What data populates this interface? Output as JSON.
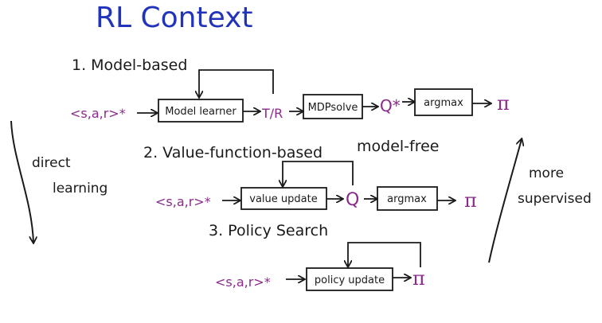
{
  "title": "RL  Context",
  "colors": {
    "ink": "#1a1a1a",
    "title": "#2233bb",
    "accent": "#8a2a8a"
  },
  "model_based": {
    "heading": "1. Model-based",
    "input": "<s,a,r>*",
    "box1": "Model learner",
    "model": "T/R",
    "box2": "MDPsolve",
    "q": "Q*",
    "box3": "argmax",
    "policy": "π"
  },
  "value_based": {
    "heading": "2. Value-function-based",
    "model_free": "model-free",
    "input": "<s,a,r>*",
    "box1": "value update",
    "q": "Q",
    "box2": "argmax",
    "policy": "π"
  },
  "policy_search": {
    "heading": "3. Policy Search",
    "input": "<s,a,r>*",
    "box1": "policy update",
    "policy": "π"
  },
  "left_note": [
    "direct",
    "learning"
  ],
  "right_note": [
    "more",
    "supervised"
  ]
}
